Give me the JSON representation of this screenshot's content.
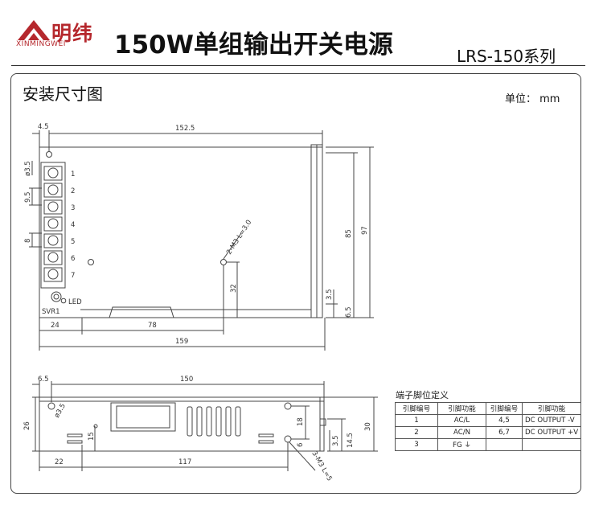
{
  "brand": {
    "name_cn": "明纬",
    "name_en": "XINMINGWEI"
  },
  "header": {
    "title": "150W单组输出开关电源",
    "series": "LRS-150系列"
  },
  "section": {
    "title": "安装尺寸图",
    "unit": "单位： mm"
  },
  "top_view": {
    "dimensions": {
      "top_width": "152.5",
      "top_offset": "4.5",
      "hole_dia": "ø3.5",
      "pin_pitch": "9.5",
      "pin_spacing": "8",
      "screw_spec": "2-M3 L=3.0",
      "height_inner": "85",
      "height_outer": "97",
      "hole_from_bottom": "32",
      "right_3_5": "3.5",
      "right_6_5": "6.5",
      "bottom_24": "24",
      "bottom_78": "78",
      "bottom_159": "159"
    },
    "terminals": [
      "1",
      "2",
      "3",
      "4",
      "5",
      "6",
      "7"
    ],
    "labels": {
      "svr": "SVR1",
      "led": "LED"
    }
  },
  "side_view": {
    "dimensions": {
      "top_offset": "6.5",
      "width": "150",
      "hole_dia": "ø3.5",
      "left_height": "26",
      "slot_15": "15",
      "right_18": "18",
      "right_6": "6",
      "right_3_5": "3.5",
      "right_14_5": "14.5",
      "height_30": "30",
      "screw_spec": "3-M3 L=5",
      "bottom_22": "22",
      "bottom_117": "117"
    }
  },
  "pin_table": {
    "caption": "端子脚位定义",
    "headers": [
      "引脚编号",
      "引脚功能",
      "引脚编号",
      "引脚功能"
    ],
    "rows": [
      [
        "1",
        "AC/L",
        "4,5",
        "DC OUTPUT -V"
      ],
      [
        "2",
        "AC/N",
        "6,7",
        "DC OUTPUT +V"
      ],
      [
        "3",
        "FG ⏚",
        "",
        ""
      ]
    ]
  }
}
